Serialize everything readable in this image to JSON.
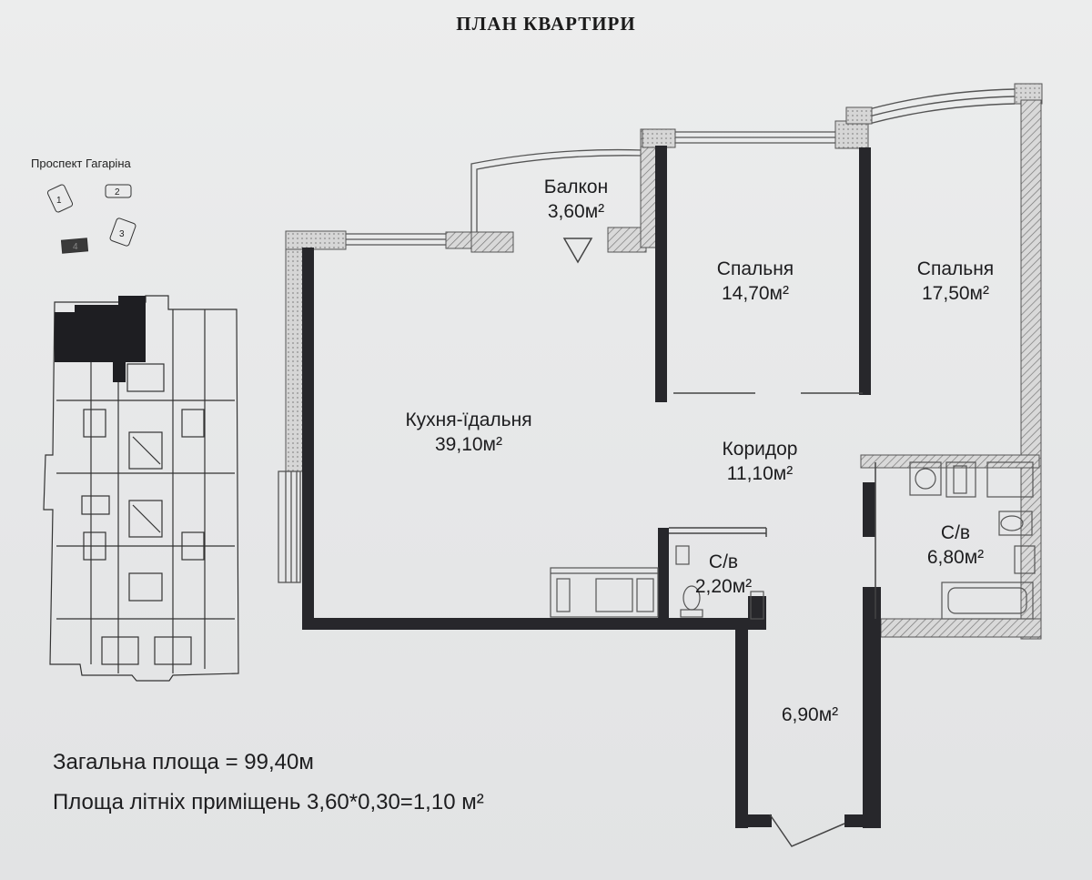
{
  "plan_title": "ПЛАН КВАРТИРИ",
  "location": {
    "street": "Проспект Гагаріна",
    "sections": [
      "1",
      "2",
      "3",
      "4"
    ]
  },
  "rooms": {
    "balcony": {
      "name": "Балкон",
      "area": "3,60м²"
    },
    "bedroom_1": {
      "name": "Спальня",
      "area": "14,70м²"
    },
    "bedroom_2": {
      "name": "Спальня",
      "area": "17,50м²"
    },
    "kitchen_dining": {
      "name": "Кухня-їдальня",
      "area": "39,10м²"
    },
    "corridor": {
      "name": "Коридор",
      "area": "11,10м²"
    },
    "bathroom_small": {
      "name": "С/в",
      "area": "2,20м²"
    },
    "bathroom_large": {
      "name": "С/в",
      "area": "6,80м²"
    },
    "hall": {
      "area": "6,90м²"
    }
  },
  "summary": {
    "total_area": "Загальна площа = 99,40м",
    "summer_area": "Площа літніх приміщень  3,60*0,30=1,10 м²"
  },
  "colors": {
    "wall": "#27272b",
    "hatch": "#8a8a8a",
    "paper": "#e8e9ea",
    "highlight": "#1e1e22"
  }
}
